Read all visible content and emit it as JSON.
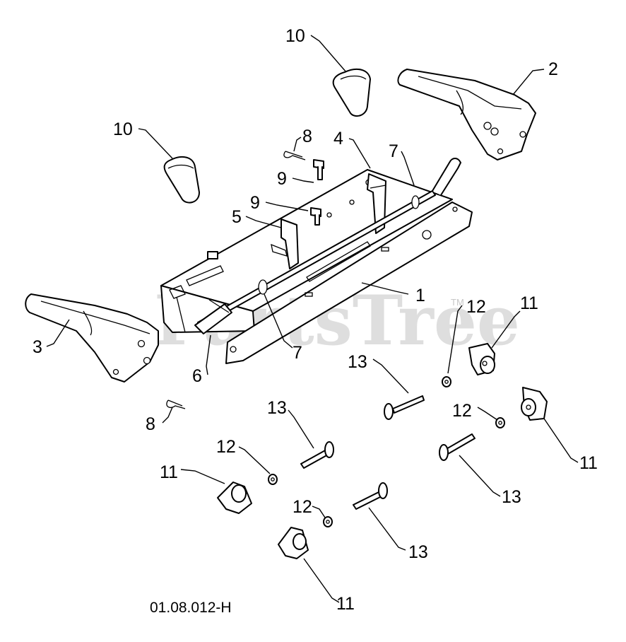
{
  "watermark": {
    "text": "PartsTree",
    "trademark": "TM"
  },
  "figure_id": "01.08.012-H",
  "callouts": {
    "c1": "1",
    "c2": "2",
    "c3": "3",
    "c4": "4",
    "c5": "5",
    "c6": "6",
    "c7a": "7",
    "c7b": "7",
    "c8a": "8",
    "c8b": "8",
    "c9a": "9",
    "c9b": "9",
    "c10a": "10",
    "c10b": "10",
    "c11a": "11",
    "c11b": "11",
    "c11c": "11",
    "c11d": "11",
    "c12a": "12",
    "c12b": "12",
    "c12c": "12",
    "c12d": "12",
    "c13a": "13",
    "c13b": "13",
    "c13c": "13",
    "c13d": "13"
  },
  "colors": {
    "line": "#000000",
    "background": "#ffffff",
    "watermark": "#d4d4d4"
  }
}
